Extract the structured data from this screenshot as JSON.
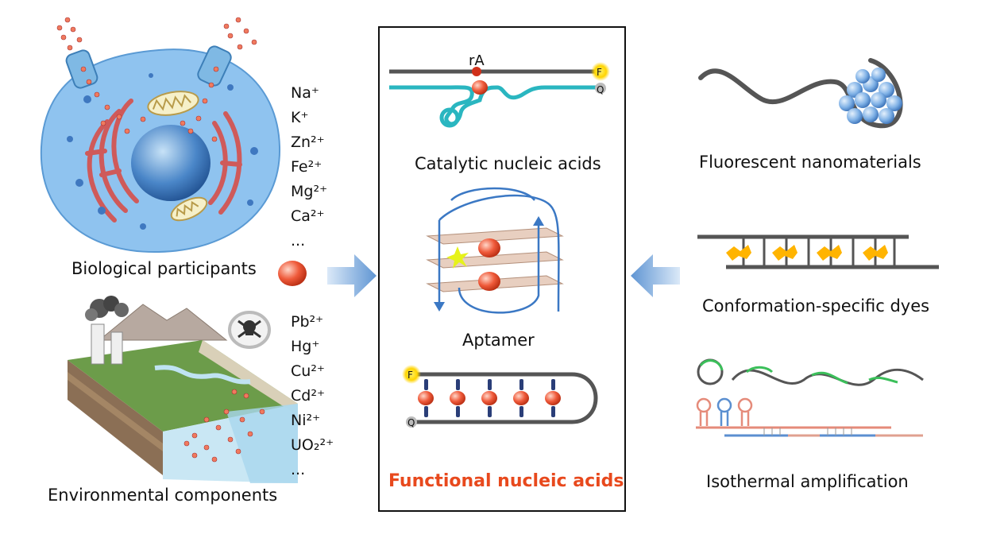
{
  "left": {
    "biological": {
      "label": "Biological participants",
      "ions": [
        "Na⁺",
        "K⁺",
        "Zn²⁺",
        "Fe²⁺",
        "Mg²⁺",
        "Ca²⁺",
        "..."
      ]
    },
    "environmental": {
      "label": "Environmental components",
      "ions": [
        "Pb²⁺",
        "Hg⁺",
        "Cu²⁺",
        "Cd²⁺",
        "Ni²⁺",
        "UO₂²⁺",
        "..."
      ]
    }
  },
  "center": {
    "title": "Functional nucleic acids",
    "catalytic": {
      "label": "Catalytic nucleic acids",
      "site": "rA",
      "f": "F",
      "q": "Q"
    },
    "aptamer": {
      "label": "Aptamer"
    },
    "beacon": {
      "f": "F",
      "q": "Q"
    }
  },
  "right": {
    "nano": {
      "label": "Fluorescent nanomaterials"
    },
    "dyes": {
      "label": "Conformation-specific dyes"
    },
    "iso": {
      "label": "Isothermal amplification"
    }
  },
  "colors": {
    "accent_red": "#e8491d",
    "strand_gray": "#555555",
    "strand_teal": "#2ab6c0",
    "aptamer_blue": "#3b78c4",
    "cell_blue": "#8fc3ef",
    "fluor_yellow": "#ffe600"
  }
}
